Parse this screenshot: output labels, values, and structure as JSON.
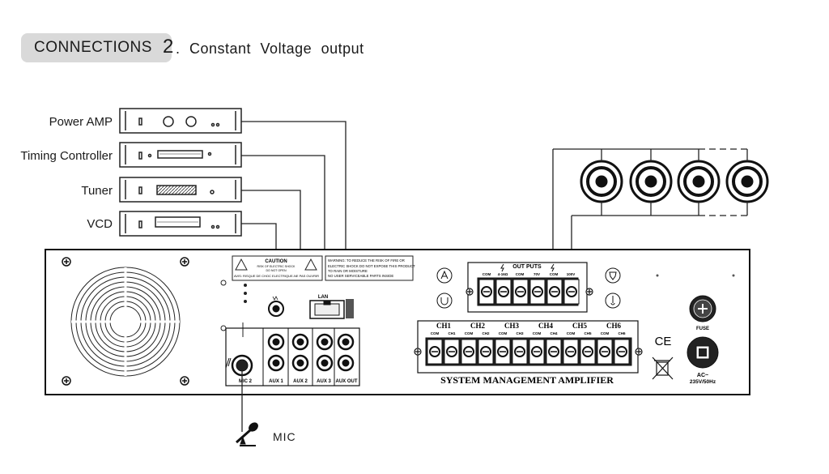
{
  "title": {
    "prefix": "CONNECTIONS",
    "number": "2",
    "suffix": ". Constant  Voltage  output"
  },
  "devices": [
    {
      "label": "Power AMP"
    },
    {
      "label": "Timing Controller"
    },
    {
      "label": "Tuner"
    },
    {
      "label": "VCD"
    }
  ],
  "panel": {
    "caution_title": "CAUTION",
    "caution_line1": "RISK OF ELECTRIC SHOCK",
    "caution_line2": "DO NOT OPEN",
    "avis": "AVIS: RISQUE DE CHOC ELECTRIQUE-NE PAS OUVRIR",
    "warning_lines": [
      "WARNING: TO REDUCE THE RISK OF FIRE OR",
      "ELECTRIC SHOCK DO NOT EXPOSE THIS PRODUCT",
      "TO RAIN OR MOISTURE",
      "NO USER SERVICEABLE PARTS INSIDE"
    ],
    "lan": "LAN",
    "inputs": [
      "MIC 2",
      "AUX 1",
      "AUX 2",
      "AUX 3",
      "AUX OUT"
    ],
    "outputs_title": "OUT PUTS",
    "output_terms": [
      "COM",
      "4-16Ω",
      "COM",
      "70V",
      "COM",
      "100V"
    ],
    "channels": [
      "CH1",
      "CH2",
      "CH3",
      "CH4",
      "CH5",
      "CH6"
    ],
    "channel_sub": [
      "COM",
      "CH1",
      "COM",
      "CH2",
      "COM",
      "CH3",
      "COM",
      "CH4",
      "COM",
      "CH5",
      "COM",
      "CH6"
    ],
    "model": "SYSTEM MANAGEMENT AMPLIFIER",
    "fuse": "FUSE",
    "ac_line1": "AC~",
    "ac_line2": "235V/50Hz",
    "ce": "CE"
  },
  "mic_label": "MIC"
}
